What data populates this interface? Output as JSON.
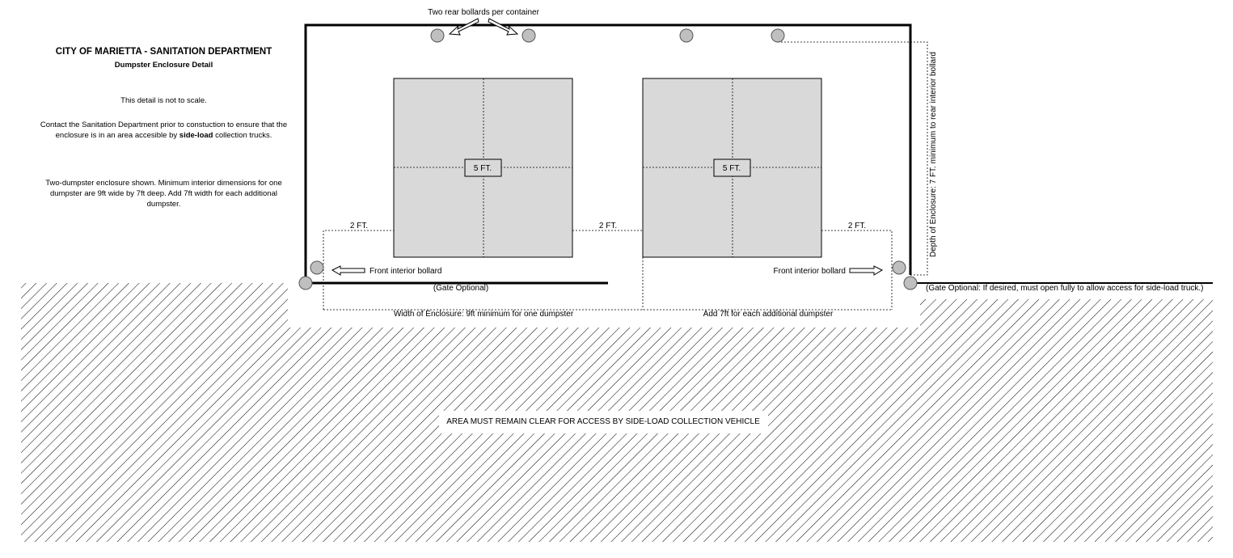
{
  "header": {
    "title": "CITY OF MARIETTA - SANITATION DEPARTMENT",
    "subtitle": "Dumpster Enclosure Detail"
  },
  "notes": {
    "scale": "This detail is not to scale.",
    "contact_pre": "Contact the Sanitation Department prior to constuction to ensure that the enclosure is in an area accesible by",
    "contact_bold": "side-load",
    "contact_post": "collection trucks.",
    "dimensions": "Two-dumpster enclosure shown.  Minimum interior dimensions for one dumpster are 9ft wide by 7ft deep.  Add 7ft width for each additional dumpster."
  },
  "labels": {
    "rear_bollards": "Two rear bollards per container",
    "container_size_left": "5 FT.",
    "container_size_right": "5 FT.",
    "clearance_left": "2 FT.",
    "clearance_middle": "2 FT.",
    "clearance_right": "2 FT.",
    "front_bollard_left": "Front interior bollard",
    "front_bollard_right": "Front interior bollard",
    "gate_left": "(Gate Optional)",
    "gate_right": "(Gate Optional: If desired, must open fully to allow access for side-load truck.)",
    "width_label": "Width of Enclosure: 9ft minimum for one dumpster",
    "additional_width": "Add 7ft for each additional dumpster",
    "depth_label": "Depth of Enclosure: 7 FT. minimum to rear interior bollard",
    "clear_area": "AREA MUST REMAIN CLEAR FOR ACCESS BY SIDE-LOAD COLLECTION VEHICLE"
  },
  "colors": {
    "container_fill": "#d9d9d9",
    "bollard_fill": "#bfbfbf",
    "line": "#000000"
  }
}
